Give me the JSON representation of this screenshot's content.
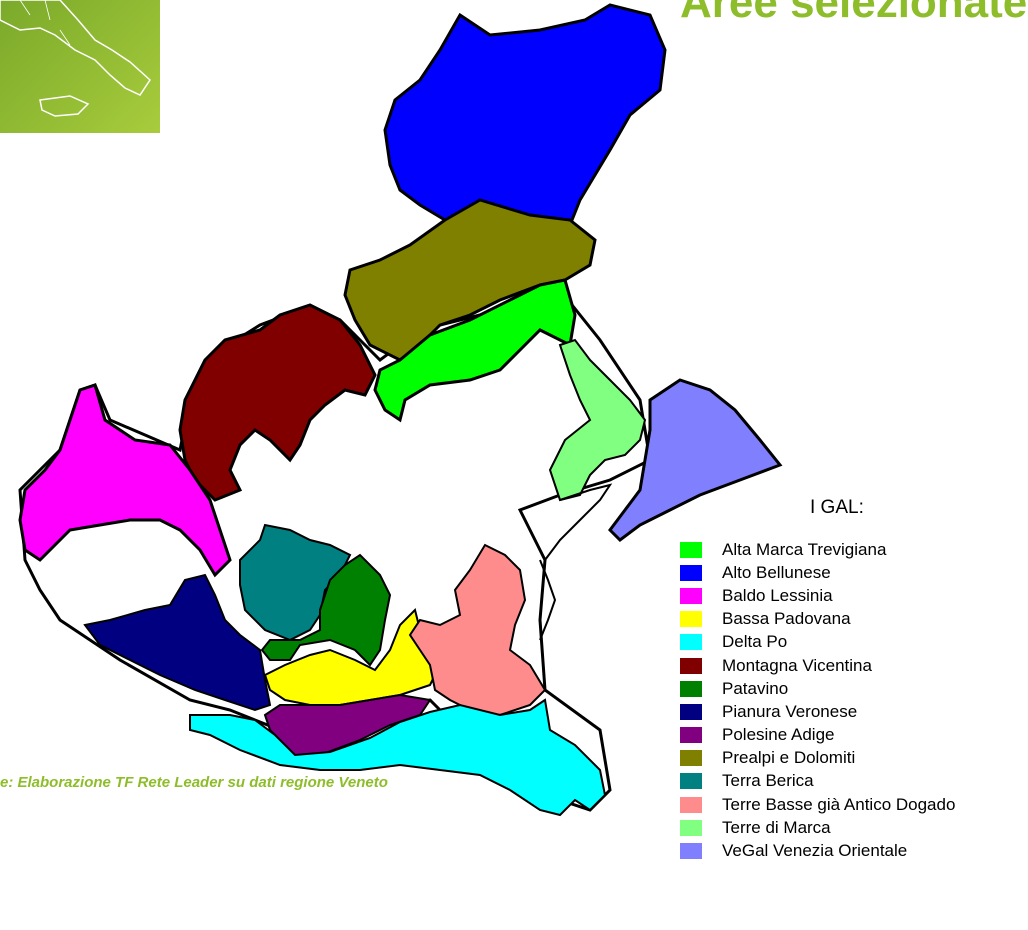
{
  "title": "Aree selezionate",
  "legend": {
    "title": "I GAL:",
    "items": [
      {
        "label": "Alta Marca Trevigiana",
        "color": "#00ff00"
      },
      {
        "label": "Alto Bellunese",
        "color": "#0000ff"
      },
      {
        "label": "Baldo Lessinia",
        "color": "#ff00ff"
      },
      {
        "label": "Bassa Padovana",
        "color": "#ffff00"
      },
      {
        "label": "Delta Po",
        "color": "#00ffff"
      },
      {
        "label": "Montagna Vicentina",
        "color": "#800000"
      },
      {
        "label": "Patavino",
        "color": "#008000"
      },
      {
        "label": "Pianura Veronese",
        "color": "#000080"
      },
      {
        "label": "Polesine Adige",
        "color": "#800080"
      },
      {
        "label": "Prealpi e Dolomiti",
        "color": "#808000"
      },
      {
        "label": "Terra Berica",
        "color": "#008080"
      },
      {
        "label": "Terre Basse già Antico Dogado",
        "color": "#ff8c8c"
      },
      {
        "label": "Terre di Marca",
        "color": "#80ff80"
      },
      {
        "label": "VeGal Venezia Orientale",
        "color": "#8080ff"
      }
    ]
  },
  "source": "e: Elaborazione TF Rete Leader su dati regione Veneto"
}
